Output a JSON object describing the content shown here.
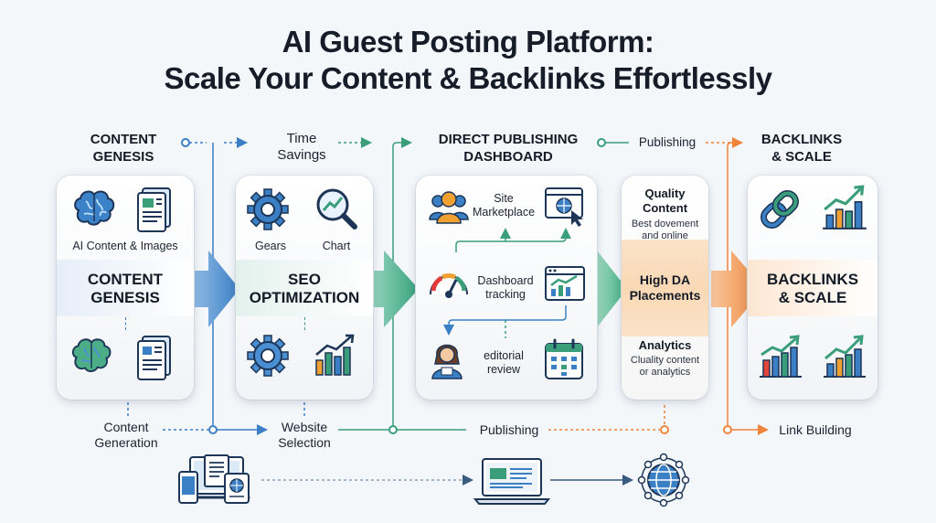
{
  "title": {
    "line1": "AI Guest Posting Platform:",
    "line2": "Scale Your Content & Backlinks Effortlessly"
  },
  "top_labels": {
    "content_genesis": [
      "CONTENT",
      "GENESIS"
    ],
    "time_savings": [
      "Time",
      "Savings"
    ],
    "direct_publishing": [
      "DIRECT PUBLISHING",
      "DASHBOARD"
    ],
    "publishing": "Publishing",
    "backlinks_scale": [
      "BACKLINKS",
      "& SCALE"
    ]
  },
  "card1": {
    "caption": "AI Content & Images",
    "band": [
      "CONTENT",
      "GENESIS"
    ]
  },
  "card2": {
    "gears_label": "Gears",
    "chart_label": "Chart",
    "band": [
      "SEO",
      "OPTIMIZATION"
    ]
  },
  "card3": {
    "site_marketplace": [
      "Site",
      "Marketplace"
    ],
    "dashboard_tracking": [
      "Dashboard",
      "tracking"
    ],
    "editorial_review": [
      "editorial",
      "review"
    ]
  },
  "card4": {
    "quality_title": [
      "Quality",
      "Content"
    ],
    "quality_sub": [
      "Best dovement",
      "and online"
    ],
    "high_da": [
      "High DA",
      "Placements"
    ],
    "analytics_title": "Analytics",
    "analytics_sub": [
      "Cluality content",
      "or analytics"
    ]
  },
  "card5": {
    "band": [
      "BACKLINKS",
      "& SCALE"
    ]
  },
  "bottom_labels": {
    "content_generation": [
      "Content",
      "Generation"
    ],
    "website_selection": [
      "Website",
      "Selection"
    ],
    "publishing": "Publishing",
    "link_building": "Link Building"
  },
  "colors": {
    "blue": "#3b7fc4",
    "green": "#3a9e7a",
    "orange": "#f0843a",
    "dark": "#1d3557",
    "peach": "#fbe3c9"
  }
}
